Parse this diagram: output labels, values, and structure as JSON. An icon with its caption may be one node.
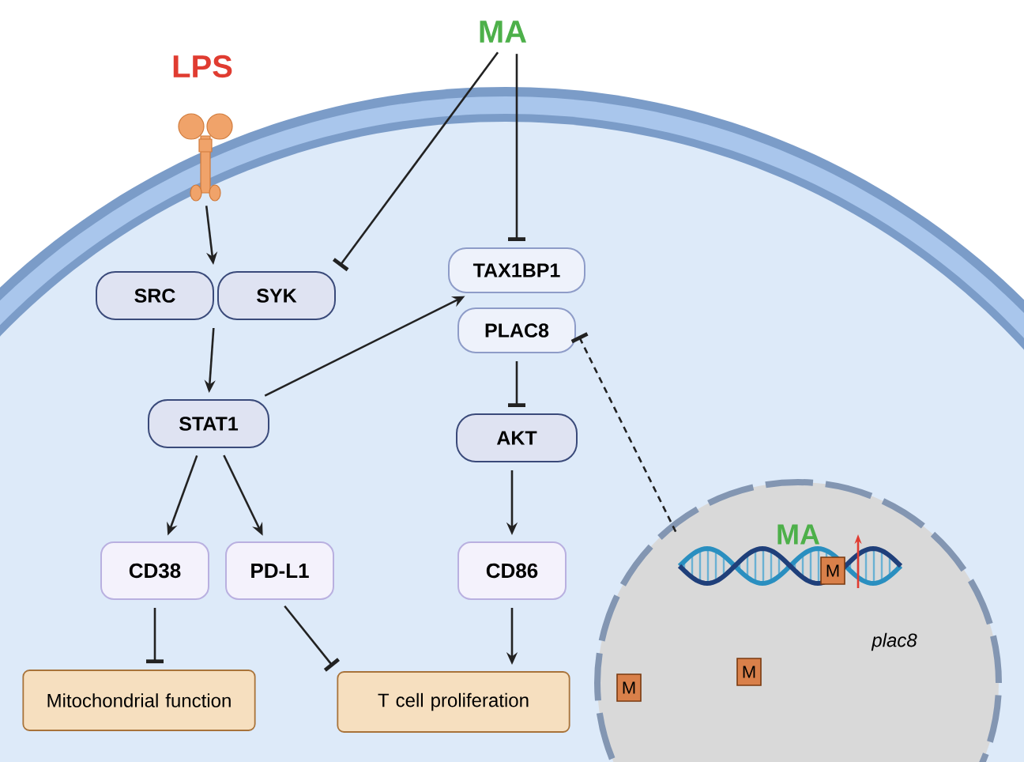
{
  "diagram": {
    "nodes": [
      {
        "text": [
          "MA"
        ]
      },
      {
        "text": [],
        "shape": "picture"
      },
      {
        "text": [
          "SRC"
        ]
      },
      {
        "text": [
          "SYK"
        ]
      },
      {
        "text": [
          "TAX1BP1"
        ]
      },
      {
        "text": [
          "PLAC8"
        ]
      },
      {
        "text": [
          "STAT1"
        ]
      },
      {
        "text": [
          "AKT"
        ]
      },
      {
        "text": [
          "CD38"
        ]
      },
      {
        "text": [
          "PD-L1"
        ]
      },
      {
        "text": [
          "CD86"
        ]
      },
      {
        "text": [
          "Mitochondrial function"
        ]
      },
      {
        "text": [
          "T cell proliferation"
        ]
      },
      {
        "text": [
          "MA",
          "plac8"
        ]
      },
      {
        "text": [],
        "shape": "picture",
        "in": 13
      },
      {
        "text": [
          "M"
        ],
        "in": 14
      },
      {
        "text": [
          "M"
        ],
        "in": 13
      },
      {
        "text": [
          "M"
        ],
        "in": 13
      }
    ],
    "edges": [
      {
        "from": 1,
        "to": 2,
        "arrow": "to"
      },
      {
        "from": 0,
        "to": 3,
        "arrow": "other"
      },
      {
        "from": 0,
        "to": 4,
        "arrow": "other"
      },
      {
        "from": 2,
        "to": 6,
        "arrow": "to"
      },
      {
        "from": 6,
        "to": 4,
        "arrow": "to"
      },
      {
        "from": 5,
        "to": 7,
        "arrow": "other"
      },
      {
        "from": 6,
        "to": 8,
        "arrow": "to"
      },
      {
        "from": 6,
        "to": 9,
        "arrow": "to"
      },
      {
        "from": 7,
        "to": 10,
        "arrow": "to"
      },
      {
        "from": 8,
        "to": 11,
        "arrow": "other"
      },
      {
        "from": 9,
        "to": 12,
        "arrow": "other"
      },
      {
        "from": 10,
        "to": 12,
        "arrow": "to"
      },
      {
        "from": 14,
        "to": 5,
        "arrow": "other",
        "style": "dashed"
      }
    ],
    "labels": [
      "LPS"
    ]
  }
}
